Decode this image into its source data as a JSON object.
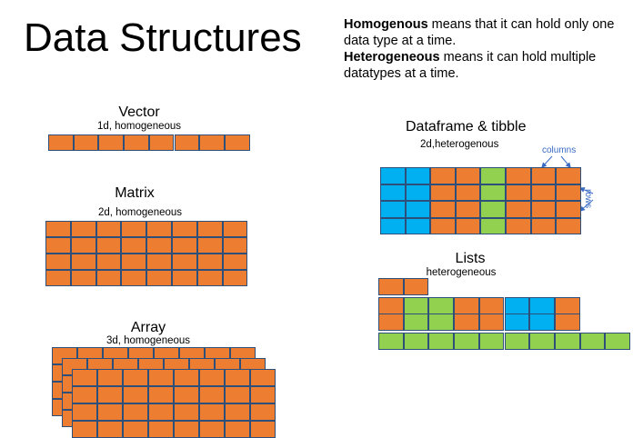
{
  "title": "Data Structures",
  "definitions": [
    {
      "term": "Homogenous",
      "text": " means that it can hold only one data type at a time."
    },
    {
      "term": "Heterogeneous",
      "text": " means it can hold multiple datatypes at a time."
    }
  ],
  "colors": {
    "orange": "#ED7D31",
    "blue": "#00B0F0",
    "green": "#92D050",
    "cell_border": "#2E4F7A",
    "annotation": "#3A6BC4"
  },
  "structures": {
    "vector": {
      "name": "Vector",
      "desc": "1d, homogeneous",
      "rows": 1,
      "cols": 8
    },
    "matrix": {
      "name": "Matrix",
      "desc": "2d, homogeneous",
      "rows": 4,
      "cols": 8
    },
    "array": {
      "name": "Array",
      "desc": "3d, homogeneous",
      "layers": 3,
      "rows": 4,
      "cols": 8
    },
    "dataframe": {
      "name": "Dataframe  & tibble",
      "desc": "2d,heterogenous",
      "rows": 4,
      "column_colors": [
        "blue",
        "blue",
        "orange",
        "orange",
        "green",
        "orange",
        "orange",
        "orange"
      ],
      "columns_label": "columns",
      "rows_label": "rows"
    },
    "lists": {
      "name": "Lists",
      "desc": "heterogeneous",
      "rows": [
        [
          "orange",
          "orange"
        ],
        [
          "orange",
          "green",
          "green",
          "orange",
          "orange",
          "blue",
          "blue",
          "orange"
        ],
        [
          "orange",
          "green",
          "green",
          "orange",
          "orange",
          "blue",
          "blue",
          "orange"
        ],
        [
          "green",
          "green",
          "green",
          "green",
          "green",
          "green",
          "green",
          "green",
          "green",
          "green"
        ]
      ]
    }
  }
}
